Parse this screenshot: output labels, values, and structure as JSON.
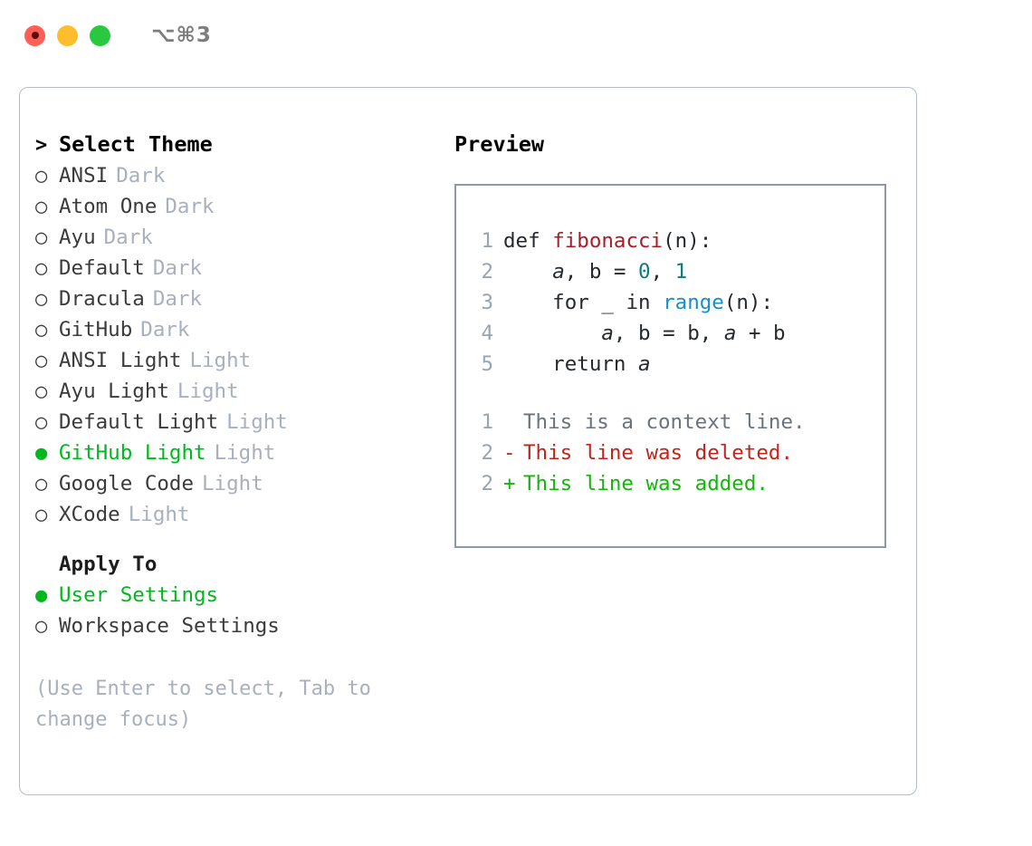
{
  "titlebar": {
    "shortcut": "⌥⌘3",
    "buttons": [
      {
        "name": "close-button",
        "color": "#ff5f57"
      },
      {
        "name": "minimize-button",
        "color": "#ffbd2e"
      },
      {
        "name": "maximize-button",
        "color": "#28c840"
      }
    ]
  },
  "theme_panel": {
    "header": "Select Theme",
    "header_marker": ">",
    "marker_selected": "●",
    "marker_unselected": "○",
    "items": [
      {
        "name": "ANSI",
        "tag": "Dark",
        "selected": false
      },
      {
        "name": "Atom One",
        "tag": "Dark",
        "selected": false
      },
      {
        "name": "Ayu",
        "tag": "Dark",
        "selected": false
      },
      {
        "name": "Default",
        "tag": "Dark",
        "selected": false
      },
      {
        "name": "Dracula",
        "tag": "Dark",
        "selected": false
      },
      {
        "name": "GitHub",
        "tag": "Dark",
        "selected": false
      },
      {
        "name": "ANSI Light",
        "tag": "Light",
        "selected": false
      },
      {
        "name": "Ayu Light",
        "tag": "Light",
        "selected": false
      },
      {
        "name": "Default Light",
        "tag": "Light",
        "selected": false
      },
      {
        "name": "GitHub Light",
        "tag": "Light",
        "selected": true
      },
      {
        "name": "Google Code",
        "tag": "Light",
        "selected": false
      },
      {
        "name": "XCode",
        "tag": "Light",
        "selected": false
      }
    ]
  },
  "apply_to": {
    "header": "Apply To",
    "options": [
      {
        "label": "User Settings",
        "selected": true
      },
      {
        "label": "Workspace Settings",
        "selected": false
      }
    ]
  },
  "hint": "(Use Enter to select, Tab to change focus)",
  "preview": {
    "header": "Preview",
    "code_lines": [
      {
        "no": "1",
        "tokens": [
          {
            "t": "def ",
            "k": "kw"
          },
          {
            "t": "fibonacci",
            "k": "fn"
          },
          {
            "t": "(n):",
            "k": "punct"
          }
        ]
      },
      {
        "no": "2",
        "tokens": [
          {
            "t": "    ",
            "k": "punct"
          },
          {
            "t": "a",
            "k": "var"
          },
          {
            "t": ", ",
            "k": "punct"
          },
          {
            "t": "b",
            "k": "kw"
          },
          {
            "t": " = ",
            "k": "punct"
          },
          {
            "t": "0",
            "k": "num"
          },
          {
            "t": ", ",
            "k": "punct"
          },
          {
            "t": "1",
            "k": "num"
          }
        ]
      },
      {
        "no": "3",
        "tokens": [
          {
            "t": "    for _ in ",
            "k": "kw"
          },
          {
            "t": "range",
            "k": "builtin"
          },
          {
            "t": "(n):",
            "k": "punct"
          }
        ]
      },
      {
        "no": "4",
        "tokens": [
          {
            "t": "        ",
            "k": "punct"
          },
          {
            "t": "a",
            "k": "var"
          },
          {
            "t": ", b = b, ",
            "k": "punct"
          },
          {
            "t": "a",
            "k": "var"
          },
          {
            "t": " + b",
            "k": "punct"
          }
        ]
      },
      {
        "no": "5",
        "tokens": [
          {
            "t": "    return ",
            "k": "kw"
          },
          {
            "t": "a",
            "k": "var"
          }
        ]
      }
    ],
    "diff_lines": [
      {
        "no": "1",
        "sign": " ",
        "text": "This is a context line.",
        "kind": "context"
      },
      {
        "no": "2",
        "sign": "-",
        "text": "This line was deleted.",
        "kind": "del"
      },
      {
        "no": "2",
        "sign": "+",
        "text": "This line was added.",
        "kind": "add"
      }
    ]
  },
  "colors": {
    "accent_green": "#00b81e",
    "muted": "#a8b0bd",
    "panel_border": "#b4bcc8",
    "preview_border": "#8d99aa",
    "diff_add": "#13b60a",
    "diff_del": "#c0241c",
    "token_fn": "#a81d28",
    "token_num": "#0e7c7b",
    "token_builtin": "#1a8cc8"
  }
}
